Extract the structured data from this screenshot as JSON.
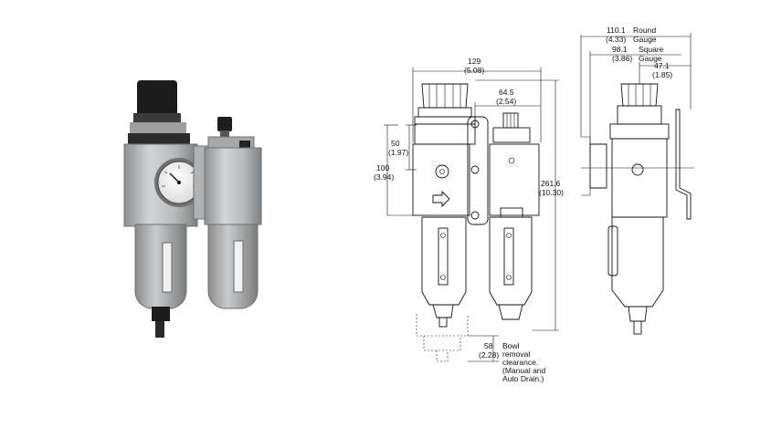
{
  "photo": {
    "description_name": "filter-regulator-lubricator-photo"
  },
  "front_view": {
    "width_mm": "129",
    "width_in": "(5.08)",
    "half_mm": "64.5",
    "half_in": "(2.54)",
    "top_mm": "50",
    "top_in": "(1.97)",
    "body_mm": "100",
    "body_in": "(3.94)",
    "height_mm": "261.6",
    "height_in": "(10.30)",
    "bowl_mm": "58",
    "bowl_in": "(2.28)",
    "bowl_note": [
      "Bowl",
      "removal",
      "clearance.",
      "(Manual and",
      "Auto Drain.)"
    ]
  },
  "side_view": {
    "round_mm": "110.1",
    "round_in": "(4.33)",
    "round_label": [
      "Round",
      "Gauge"
    ],
    "square_mm": "98.1",
    "square_in": "(3.86)",
    "square_label": [
      "Square",
      "Gauge"
    ],
    "depth_mm": "47.1",
    "depth_in": "(1.85)"
  }
}
